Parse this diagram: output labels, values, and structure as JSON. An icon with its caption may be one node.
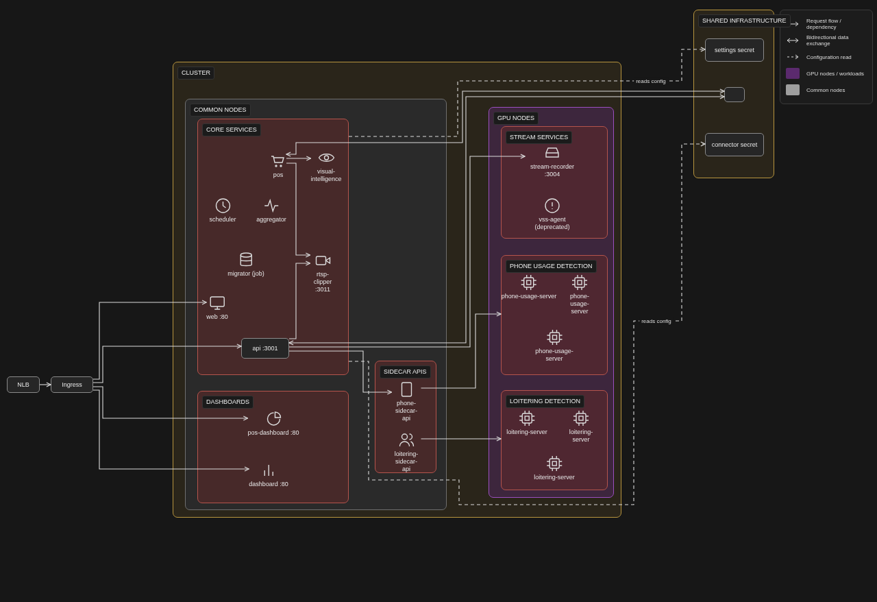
{
  "diagram": {
    "nodes": [
      {
        "text": [
          "NLB"
        ]
      },
      {
        "text": [
          "Ingress"
        ]
      },
      {
        "text": [
          "CLUSTER"
        ]
      },
      {
        "text": [
          "COMMON NODES"
        ],
        "in": 2
      },
      {
        "text": [
          "CORE SERVICES"
        ],
        "in": 3
      },
      {
        "text": [
          "pos"
        ],
        "in": 4
      },
      {
        "text": [
          "visual-intelligence"
        ],
        "in": 4
      },
      {
        "text": [
          "scheduler"
        ],
        "in": 4
      },
      {
        "text": [
          "aggregator"
        ],
        "in": 4
      },
      {
        "text": [
          "migrator (job)"
        ],
        "in": 4
      },
      {
        "text": [
          "rtsp-clipper :3011"
        ],
        "in": 4
      },
      {
        "text": [
          "web :80"
        ],
        "in": 4
      },
      {
        "text": [
          "api :3001"
        ],
        "in": 4
      },
      {
        "text": [
          "DASHBOARDS"
        ],
        "in": 3
      },
      {
        "text": [
          "pos-dashboard :80"
        ],
        "in": 13
      },
      {
        "text": [
          "dashboard :80"
        ],
        "in": 13
      },
      {
        "text": [
          "SIDECAR APIS"
        ],
        "in": 3
      },
      {
        "text": [
          "phone-sidecar-api"
        ],
        "in": 16
      },
      {
        "text": [
          "loitering-sidecar-api"
        ],
        "in": 16
      },
      {
        "text": [
          "GPU NODES"
        ],
        "in": 2
      },
      {
        "text": [
          "STREAM SERVICES"
        ],
        "in": 19
      },
      {
        "text": [
          "stream-recorder :3004"
        ],
        "in": 20
      },
      {
        "text": [
          "vss-agent (deprecated)"
        ],
        "in": 20
      },
      {
        "text": [
          "PHONE USAGE DETECTION"
        ],
        "in": 19
      },
      {
        "text": [
          "phone-usage-server"
        ],
        "in": 23
      },
      {
        "text": [
          "phone-usage-server"
        ],
        "in": 23
      },
      {
        "text": [
          "phone-usage-server"
        ],
        "in": 23
      },
      {
        "text": [
          "LOITERING DETECTION"
        ],
        "in": 19
      },
      {
        "text": [
          "loitering-server"
        ],
        "in": 27
      },
      {
        "text": [
          "loitering-server"
        ],
        "in": 27
      },
      {
        "text": [
          "loitering-server"
        ],
        "in": 27
      },
      {
        "text": [
          "SHARED INFRASTRUCTURE"
        ]
      },
      {
        "text": [
          "settings secret"
        ],
        "in": 31
      },
      {
        "text": [],
        "shape": "box",
        "in": 31
      },
      {
        "text": [
          "connector secret"
        ],
        "in": 31
      }
    ],
    "edges": [
      {
        "from": 0,
        "to": 1,
        "arrow": "to"
      },
      {
        "from": 1,
        "to": 11,
        "arrow": "to"
      },
      {
        "from": 1,
        "to": 12,
        "arrow": "to"
      },
      {
        "from": 1,
        "to": 14,
        "arrow": "to"
      },
      {
        "from": 1,
        "to": 15,
        "arrow": "to"
      },
      {
        "from": 5,
        "to": 6,
        "arrow": "to"
      },
      {
        "from": 5,
        "to": 33,
        "arrow": "both"
      },
      {
        "from": 12,
        "to": 33,
        "arrow": "both"
      },
      {
        "from": 5,
        "to": 10,
        "arrow": "to"
      },
      {
        "from": 12,
        "to": 10,
        "arrow": "to"
      },
      {
        "from": 4,
        "to": 32,
        "arrow": "to",
        "style": "dashed",
        "label": "reads config"
      },
      {
        "from": 12,
        "to": 21,
        "arrow": "to"
      },
      {
        "from": 12,
        "to": 17,
        "arrow": "to"
      },
      {
        "from": 17,
        "to": 23,
        "arrow": "to"
      },
      {
        "from": 18,
        "to": 27,
        "arrow": "to"
      },
      {
        "from": 4,
        "to": 34,
        "arrow": "to",
        "style": "dashed",
        "label": "reads config"
      }
    ],
    "legend": [
      {
        "text": "Request flow / dependency"
      },
      {
        "text": "Bidirectional data exchange"
      },
      {
        "text": "Configuration read"
      },
      {
        "text": "GPU nodes / workloads",
        "color": "#5b2a6e"
      },
      {
        "text": "Common nodes",
        "color": "#9e9e9e"
      }
    ]
  }
}
